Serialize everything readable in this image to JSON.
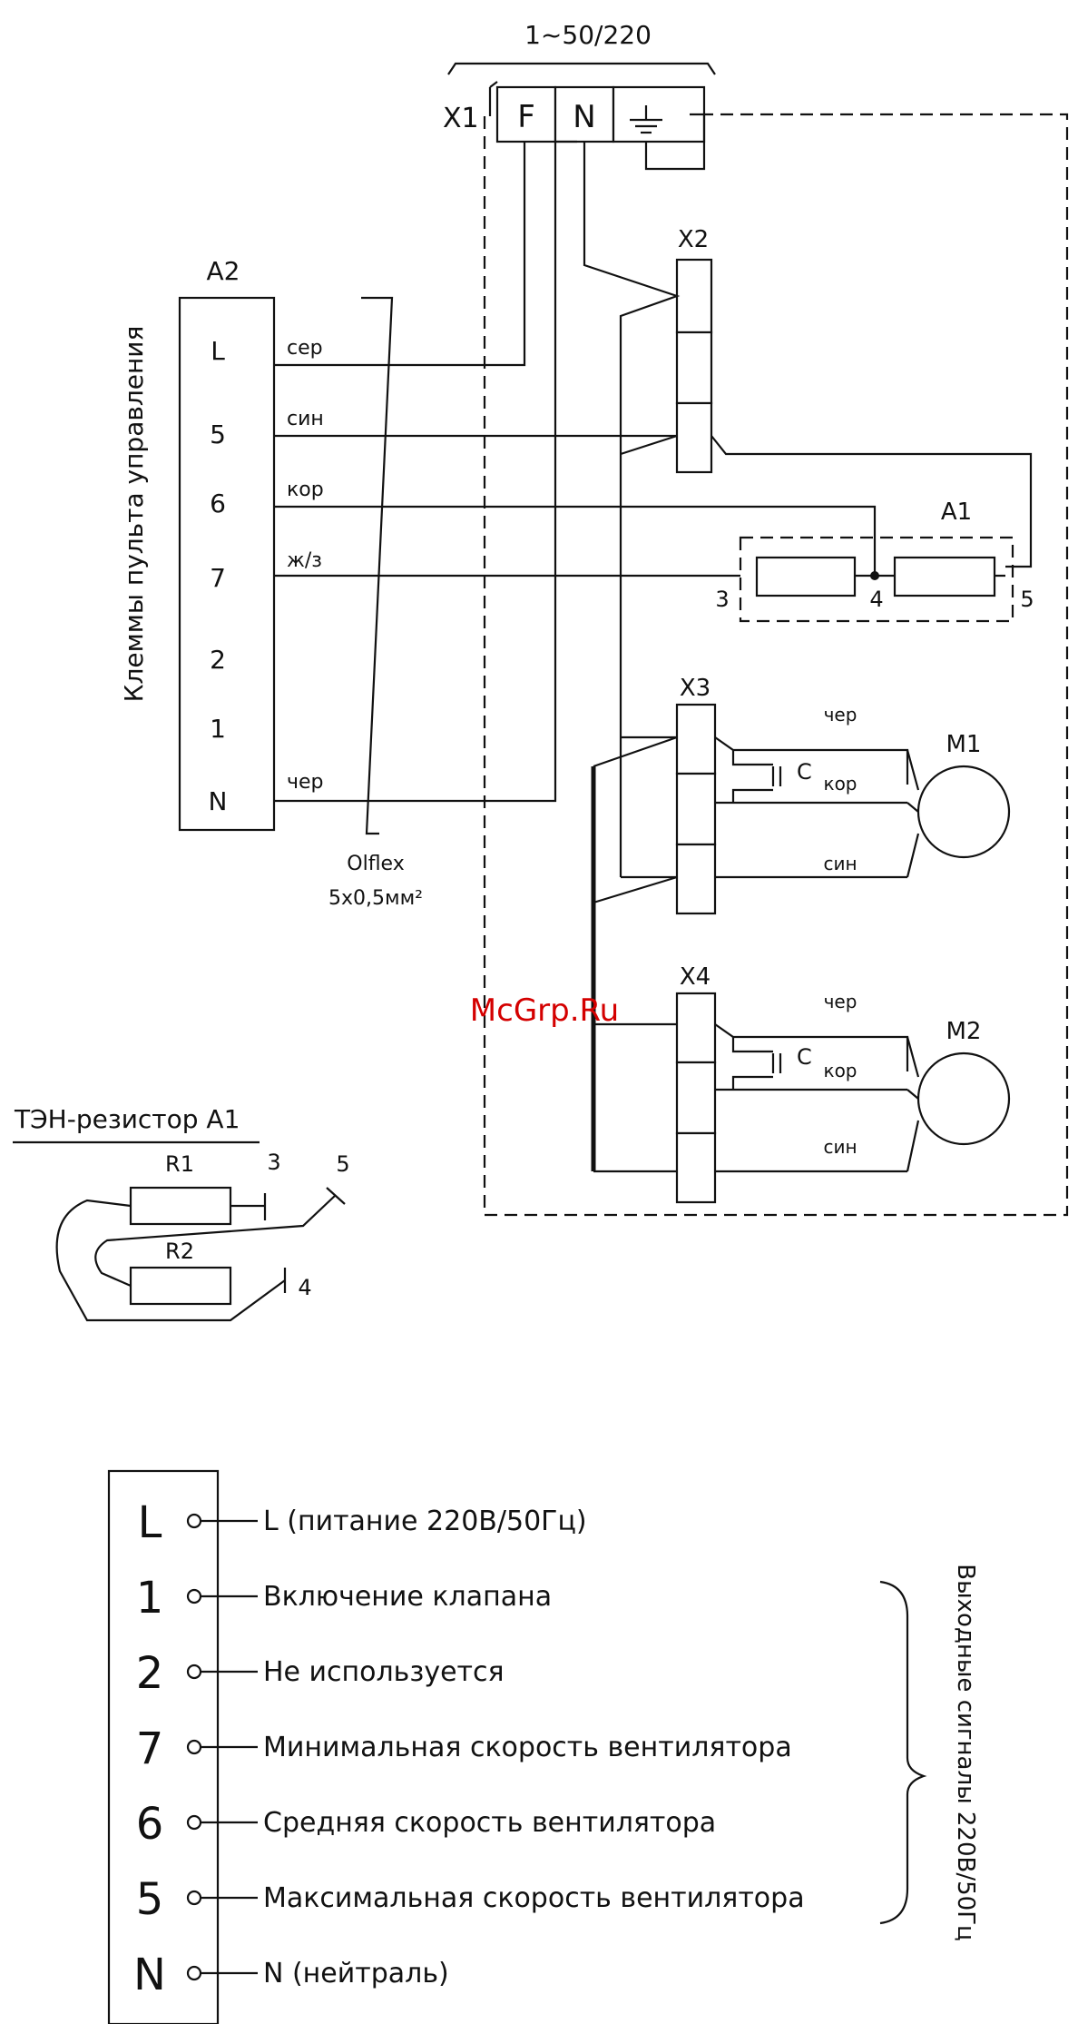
{
  "header": {
    "supply": "1~50/220"
  },
  "x1": {
    "label": "X1",
    "terminals": [
      "F",
      "N",
      "⏚"
    ]
  },
  "x2": {
    "label": "X2"
  },
  "x3": {
    "label": "X3"
  },
  "x4": {
    "label": "X4"
  },
  "a2": {
    "label": "A2",
    "side_title": "Клеммы пульта управления",
    "pins": [
      "L",
      "5",
      "6",
      "7",
      "2",
      "1",
      "N"
    ],
    "wires": [
      {
        "pin": "L",
        "color": "сер"
      },
      {
        "pin": "5",
        "color": "син"
      },
      {
        "pin": "6",
        "color": "кор"
      },
      {
        "pin": "7",
        "color": "ж/з"
      },
      {
        "pin": "N",
        "color": "чер"
      }
    ]
  },
  "cable": {
    "name": "Olflex",
    "spec": "5х0,5мм²"
  },
  "a1": {
    "label": "A1",
    "terms": [
      "3",
      "4",
      "5"
    ]
  },
  "m1": {
    "label": "M1",
    "cap": "C",
    "wires": [
      "чер",
      "кор",
      "син"
    ]
  },
  "m2": {
    "label": "M2",
    "cap": "C",
    "wires": [
      "чер",
      "кор",
      "син"
    ]
  },
  "watermark": "McGrp.Ru",
  "ten": {
    "title": "ТЭН-резистор А1",
    "r1": "R1",
    "r2": "R2",
    "terms": [
      "3",
      "5",
      "4"
    ]
  },
  "legend": {
    "rows": [
      {
        "pin": "L",
        "text": "L (питание 220В/50Гц)"
      },
      {
        "pin": "1",
        "text": "Включение клапана"
      },
      {
        "pin": "2",
        "text": "Не используется"
      },
      {
        "pin": "7",
        "text": "Минимальная скорость вентилятора"
      },
      {
        "pin": "6",
        "text": "Средняя скорость вентилятора"
      },
      {
        "pin": "5",
        "text": "Максимальная скорость вентилятора"
      },
      {
        "pin": "N",
        "text": "N (нейтраль)"
      }
    ],
    "bracket_label": "Выходные сигналы 220В/50Гц"
  },
  "colors": {
    "line": "#111111",
    "watermark": "#d40000"
  }
}
